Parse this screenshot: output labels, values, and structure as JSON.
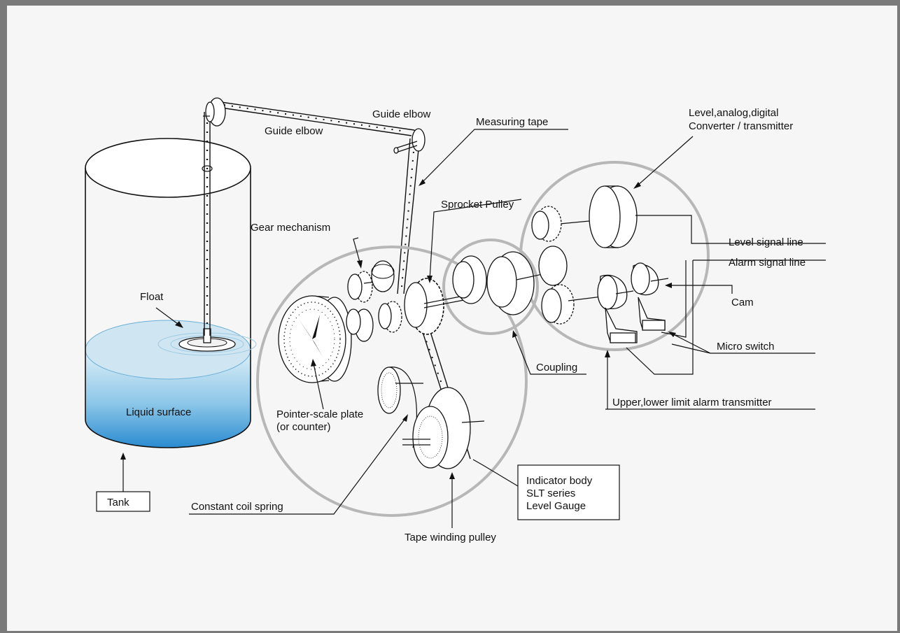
{
  "labels": {
    "guide_elbow_upper": "Guide elbow",
    "guide_elbow_lower": "Guide elbow",
    "measuring_tape": "Measuring tape",
    "converter_line1": "Level,analog,digital",
    "converter_line2": "Converter / transmitter",
    "sprocket_pulley": "Sprocket Pulley",
    "gear_mechanism": "Gear mechanism",
    "level_signal_line": "Level signal line",
    "alarm_signal_line": "Alarm signal line",
    "float": "Float",
    "cam": "Cam",
    "micro_switch": "Micro switch",
    "coupling": "Coupling",
    "upper_lower_alarm": "Upper,lower limit alarm transmitter",
    "liquid_surface": "Liquid surface",
    "pointer_scale_line1": "Pointer-scale plate",
    "pointer_scale_line2": "(or counter)",
    "indicator_line1": "Indicator body",
    "indicator_line2": "SLT series",
    "indicator_line3": "Level Gauge",
    "tank": "Tank",
    "constant_coil_spring": "Constant coil spring",
    "tape_winding_pulley": "Tape winding pulley"
  },
  "colors": {
    "frame": "#7a7a7a",
    "liquid_top": "#cde6f3",
    "liquid_body": "#2f90d3",
    "group_circle": "#b7b7b7"
  }
}
